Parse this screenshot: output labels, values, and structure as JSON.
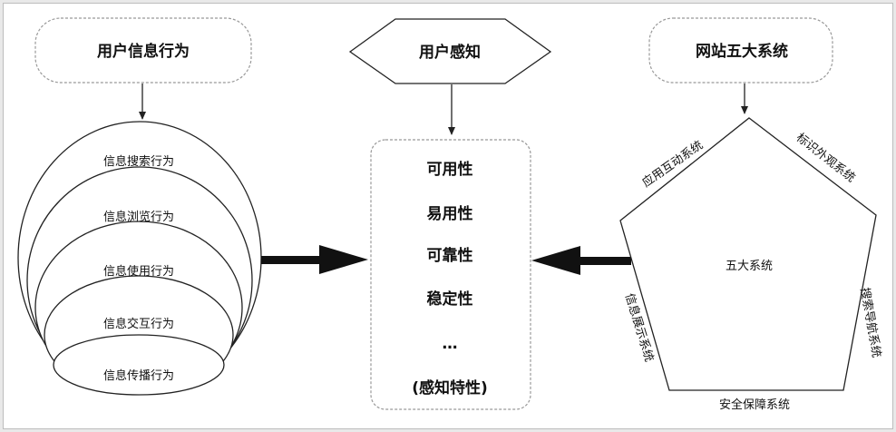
{
  "left": {
    "title": "用户信息行为",
    "behaviors": [
      "信息搜索行为",
      "信息浏览行为",
      "信息使用行为",
      "信息交互行为",
      "信息传播行为"
    ]
  },
  "middle": {
    "title": "用户感知",
    "items": [
      "可用性",
      "易用性",
      "可靠性",
      "稳定性",
      "…",
      "(感知特性)"
    ]
  },
  "right": {
    "title": "网站五大系统",
    "center_label": "五大系统",
    "sides": {
      "top_left": "应用互动系统",
      "top_right": "标识外观系统",
      "right": "搜索导航系统",
      "bottom": "安全保障系统",
      "left": "信息展示系统"
    }
  }
}
